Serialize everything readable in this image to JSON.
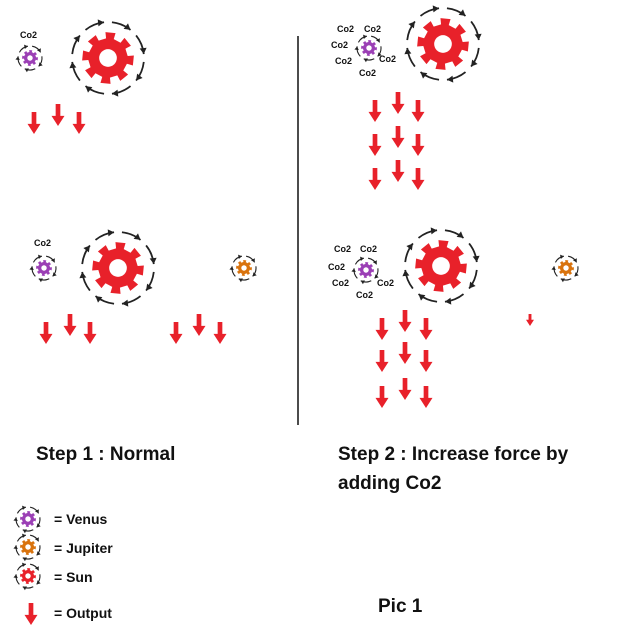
{
  "colors": {
    "venus": "#9b3fb5",
    "jupiter": "#d9730d",
    "sun": "#e8212a",
    "output": "#e8212a",
    "orbit": "#222222",
    "divider": "#111111"
  },
  "icons": {
    "gear": "gear-icon",
    "orbit": "circular-arrows-icon",
    "output": "down-arrow-icon"
  },
  "labels": {
    "co2": "Co2"
  },
  "captions": {
    "step1": "Step 1 : Normal",
    "step2": "Step 2 : Increase force by adding Co2",
    "pic": "Pic 1"
  },
  "legend": [
    {
      "symbol": "venus",
      "label": "= Venus"
    },
    {
      "symbol": "jupiter",
      "label": "= Jupiter"
    },
    {
      "symbol": "sun",
      "label": "= Sun"
    },
    {
      "symbol": "output",
      "label": "= Output"
    }
  ]
}
